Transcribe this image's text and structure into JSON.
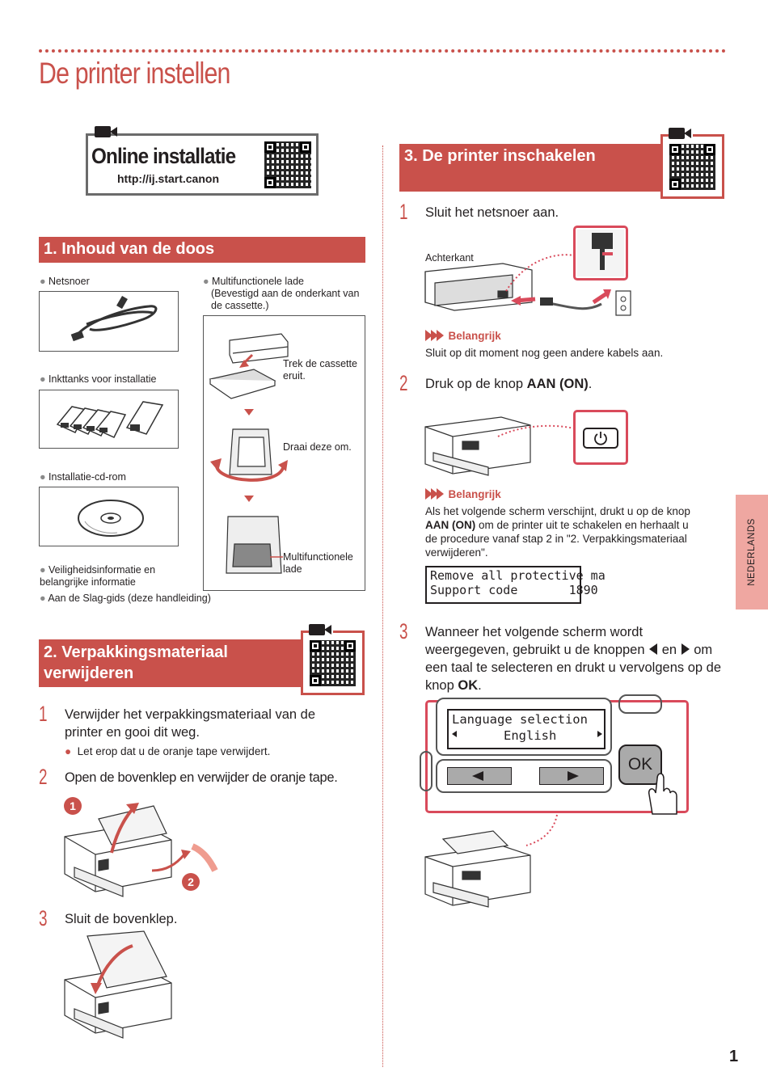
{
  "page": {
    "title": "De printer instellen",
    "page_number": "1",
    "side_tab": "NEDERLANDS"
  },
  "online": {
    "title": "Online installatie",
    "url": "http://ij.start.canon"
  },
  "section1": {
    "title": "1. Inhoud van de doos",
    "items": {
      "netsnoer": "Netsnoer",
      "inkttanks": "Inkttanks voor installatie",
      "cdrom": "Installatie-cd-rom",
      "lade": "Multifunctionele lade",
      "lade_note": "(Bevestigd aan de onderkant van de cassette.)",
      "veiligheid": "Veiligheidsinformatie en belangrijke informatie",
      "slag": "Aan de Slag-gids (deze handleiding)"
    },
    "cassette": {
      "trek": "Trek de cassette eruit.",
      "draai": "Draai deze om.",
      "multi": "Multifunctionele lade"
    }
  },
  "section2": {
    "title_line1": "2. Verpakkingsmateriaal",
    "title_line2": "verwijderen",
    "steps": [
      {
        "num": "1",
        "text": "Verwijder het verpakkingsmateriaal van de printer en gooi dit weg.",
        "sub": "Let erop dat u de oranje tape verwijdert."
      },
      {
        "num": "2",
        "text": "Open de bovenklep en verwijder de oranje tape."
      },
      {
        "num": "3",
        "text": "Sluit de bovenklep."
      }
    ],
    "callouts": [
      "1",
      "2"
    ]
  },
  "section3": {
    "title": "3. De printer inschakelen",
    "step1": {
      "num": "1",
      "text": "Sluit het netsnoer aan.",
      "achterkant": "Achterkant"
    },
    "important_label": "Belangrijk",
    "important1": "Sluit op dit moment nog geen andere kabels aan.",
    "step2": {
      "num": "2",
      "text_pre": "Druk op de knop ",
      "text_bold": "AAN (ON)",
      "text_post": "."
    },
    "important2_pre": "Als het volgende scherm verschijnt, drukt u op de knop ",
    "important2_bold": "AAN (ON)",
    "important2_post": " om de printer uit te schakelen en herhaalt u de procedure vanaf stap 2 in \"2. Verpakkingsmateriaal verwijderen\".",
    "lcd1_line1": "Remove all protective ma",
    "lcd1_line2": "Support code       1890",
    "step3": {
      "num": "3",
      "text_pre": "Wanneer het volgende scherm wordt weergegeven, gebruikt u de knoppen ",
      "text_mid": " en ",
      "text_post": " om een taal te selecteren en drukt u vervolgens op de knop ",
      "text_bold": "OK",
      "text_end": "."
    },
    "lcd2_line1": "Language selection",
    "lcd2_line2": "English",
    "ok_label": "OK"
  },
  "colors": {
    "accent": "#c9514b",
    "side_tab": "#efa7a1",
    "highlight": "#d94a5b"
  }
}
